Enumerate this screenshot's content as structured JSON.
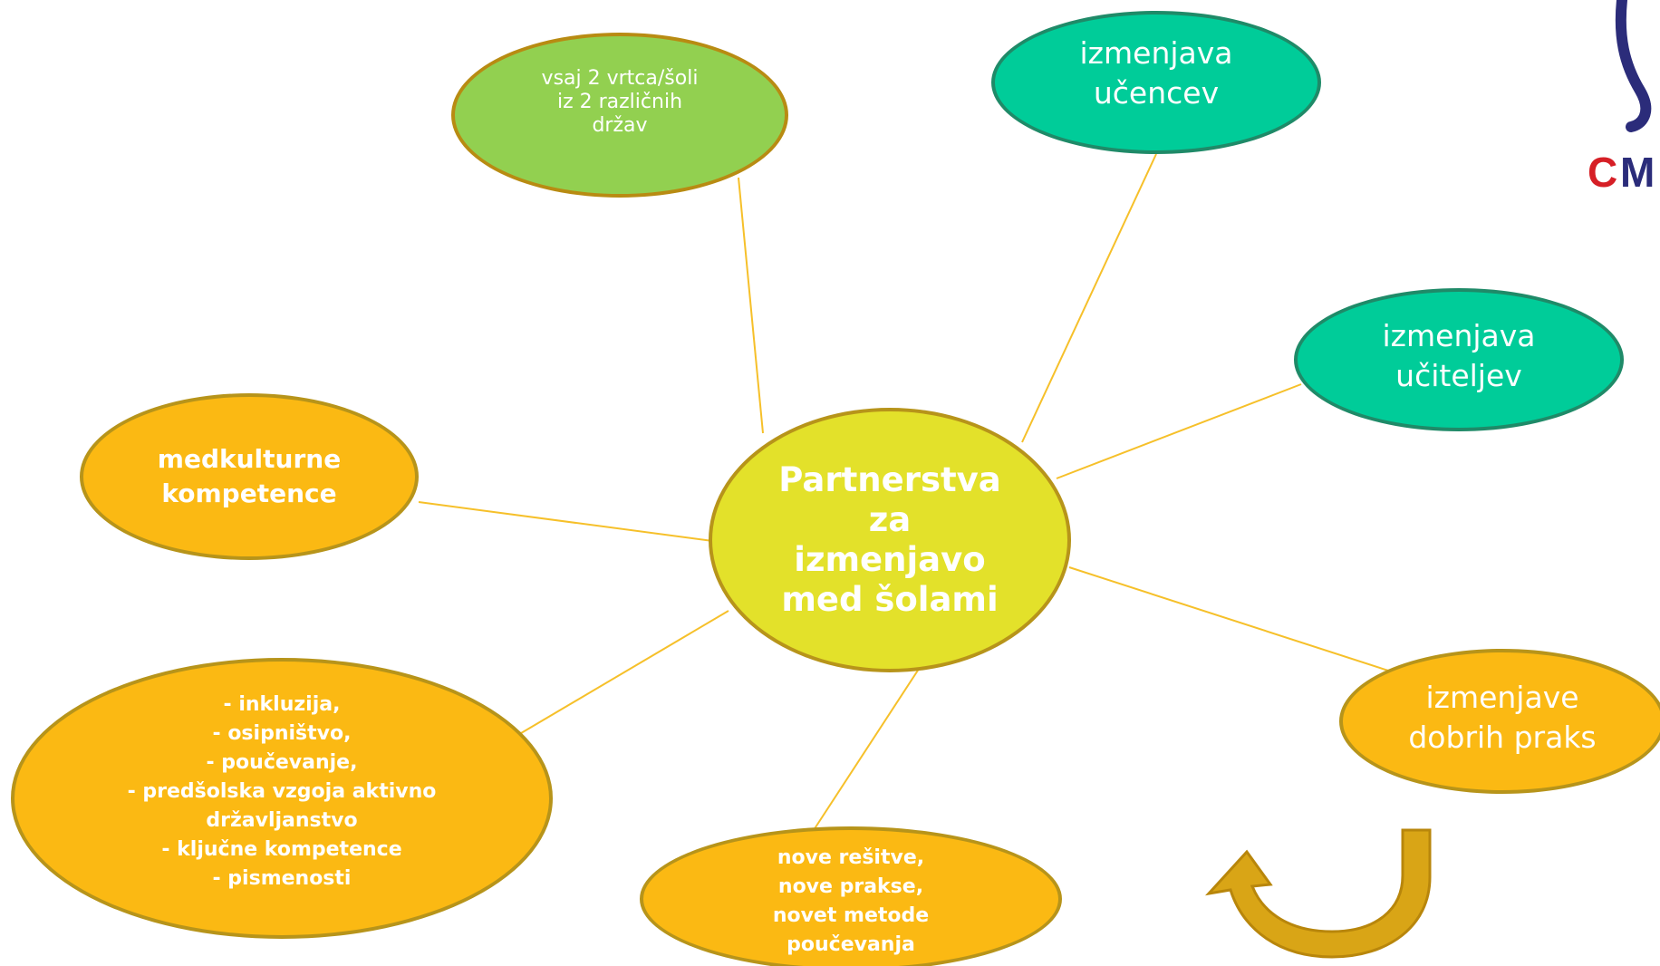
{
  "diagram": {
    "center": {
      "label": "Partnerstva\nza\nizmenjavo\nmed šolami"
    },
    "nodes": {
      "vrtca": {
        "label": "vsaj 2 vrtca/šoli\niz 2 različnih\ndržav"
      },
      "ucencev": {
        "label": "izmenjava\nučencev"
      },
      "uciteljev": {
        "label": "izmenjava\nučiteljev"
      },
      "medkulturne": {
        "label": "medkulturne\nkompetence"
      },
      "praks": {
        "label": "izmenjave\ndobrih praks"
      },
      "list": {
        "label": "-   inkluzija,\n-    osipništvo,\n- poučevanje,\n- predšolska vzgoja aktivno\ndržavljanstvo\n- ključne kompetence\n- pismenosti"
      },
      "resitve": {
        "label": "nove rešitve,\nnove prakse,\nnovet metode\npoučevanja"
      }
    },
    "logo": {
      "text": "CMEPIUS"
    },
    "colors": {
      "orange": "#fbb913",
      "green": "#92d050",
      "teal": "#00cc99",
      "lime": "#e3e12a",
      "connector": "#f6c02a",
      "arrow": "#d9a516"
    }
  }
}
